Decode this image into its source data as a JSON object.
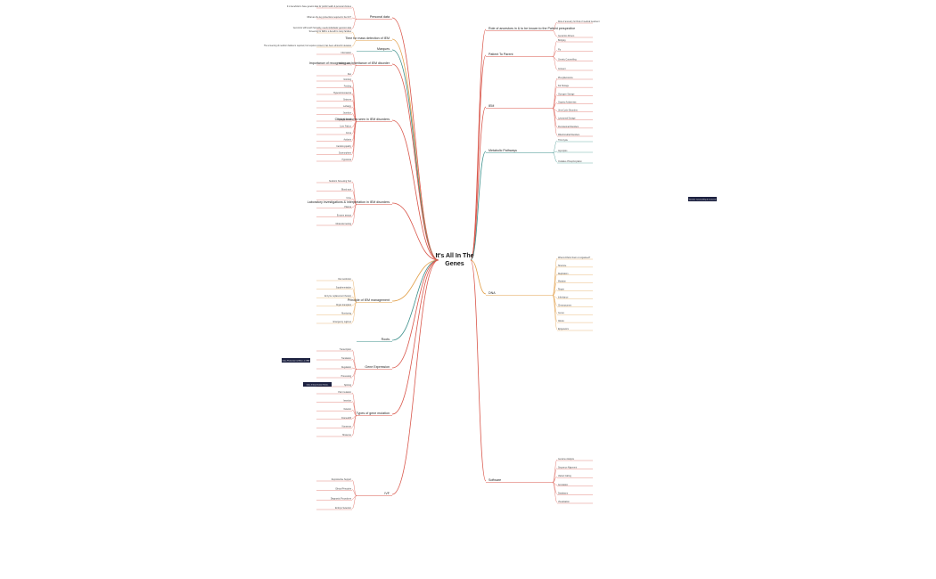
{
  "central_topic": [
    "It's All In The",
    "Genes"
  ],
  "left_branches": [
    {
      "label": "Personal data",
      "color": "#d9564a",
      "children": [
        "It is beneficial to have genetic data for public health & personal choices",
        "What are the key protections required in the UK?",
        "Genomics will benefit humanity, needs individuals' genomic data"
      ]
    },
    {
      "label": "Time for mass detection of IEM",
      "color": "#e2a04a",
      "children": [
        "Screening for IEM is a benefit to many families",
        "The screening of newborn babies is required, but requires consent, has been ethical for decades"
      ]
    },
    {
      "label": "Marques",
      "color": "#3b8f8a",
      "children": []
    },
    {
      "label": "Importance of recognising an inheritance of IEM disorder",
      "color": "#d9564a",
      "children": [
        "Information",
        "Family history",
        "Diet"
      ]
    },
    {
      "label": "Clinical features seen in IEM disorders",
      "color": "#d9564a",
      "children": [
        "Vomiting",
        "Feeding",
        "Hyperammonaemia",
        "Seizures",
        "Lethargy",
        "Jaundice",
        "Hypoglycaemia",
        "Liver Failure",
        "Coma",
        "Acidosis",
        "Cardiomyopathy",
        "Dysmorphism",
        "Hypotonia"
      ]
    },
    {
      "label": "Laboratory investigations & interpretation in IEM disorders",
      "color": "#d9564a",
      "children": [
        "Newborn Screening Test",
        "Blood spot",
        "Urine",
        "Plasma",
        "Enzyme assays",
        "Molecular testing"
      ]
    },
    {
      "label": "Principle of IEM management",
      "color": "#e2a04a",
      "children": [
        "Diet restriction",
        "Supplementation",
        "Enzyme replacement therapy",
        "Organ transplant",
        "Monitoring",
        "Emergency regimes"
      ]
    },
    {
      "label": "Roots",
      "color": "#3b8f8a",
      "children": []
    },
    {
      "label": "Gene Expression",
      "color": "#d9564a",
      "children": [
        "Transcription",
        "Translation",
        "Regulation",
        "Processing",
        "Splicing"
      ]
    },
    {
      "label": "Types of gene mutation",
      "color": "#d9564a",
      "children": [
        "Point mutation",
        "Insertion",
        "Deletion",
        "Frameshift",
        "Nonsense",
        "Missense"
      ]
    },
    {
      "label": "IVF",
      "color": "#d9564a",
      "children": [
        "Reproductive Support",
        "Ethical Principles",
        "Diagnostic Procedures",
        "Embryo Selection"
      ]
    }
  ],
  "right_branches": [
    {
      "label": "Role of ancestors in & to be known to the Patient perspective",
      "color": "#d9564a",
      "children": [
        "Role of ancestry for Risk of medical treatment",
        "Genomics Drivers"
      ]
    },
    {
      "label": "Patient To Parent",
      "color": "#d9564a",
      "children": [
        "Bridging",
        "Flu",
        "Genetic Counselling",
        "Consent"
      ]
    },
    {
      "label": "IEM",
      "color": "#d9564a",
      "children": [
        "Phenylketonuria",
        "Fat Storage",
        "Glycogen Storage",
        "Organic Acidaemias",
        "Urea Cycle Disorders",
        "Lysosomal Storage",
        "Peroxisomal Disorders",
        "Mitochondrial Disorders"
      ]
    },
    {
      "label": "Metabolic Pathways",
      "color": "#3b8f8a",
      "children": [
        "TCA Cycle",
        "Glycolysis",
        "Oxidative Phosphorylation"
      ]
    },
    {
      "label": "DNA",
      "color": "#e2a04a",
      "children": [
        "What is DNA & how is it organised?",
        "Structure",
        "Replication",
        "Mutation",
        "Repair",
        "Inheritance",
        "Chromosomes",
        "Genes",
        "Alleles",
        "Epigenetics"
      ]
    },
    {
      "label": "Software",
      "color": "#d9564a",
      "children": [
        "Genome Analysis",
        "Sequence Alignment",
        "Variant Calling",
        "Annotation",
        "Databases",
        "Visualisation"
      ]
    }
  ],
  "highlights": [
    {
      "text": "Genetic Counselling & Consent",
      "color": "#1c2140"
    },
    {
      "text": "Data Protection & Ethics in IEM",
      "color": "#1c2140"
    },
    {
      "text": "Data Interpretation Notes",
      "color": "#1c2140"
    }
  ]
}
